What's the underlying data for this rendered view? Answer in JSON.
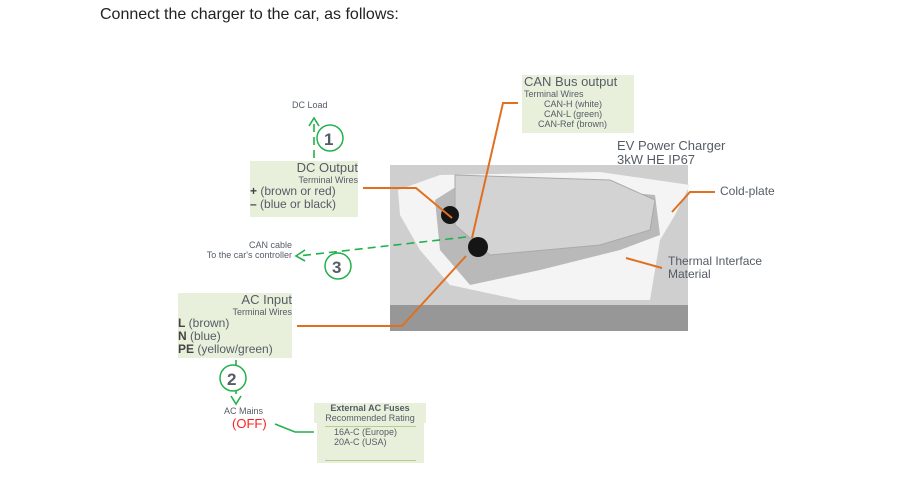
{
  "heading": "Connect the charger to the car, as follows:",
  "dc_load": "DC Load",
  "step1": "1",
  "step2": "2",
  "step3": "3",
  "dc_output": {
    "title": "DC Output",
    "sub": "Terminal Wires",
    "plus_sym": "+",
    "plus": " (brown or red)",
    "minus_sym": "–",
    "minus": " (blue or black)"
  },
  "can_bus": {
    "title": "CAN Bus output",
    "sub": "Terminal Wires",
    "h": "CAN-H (white)",
    "l": "CAN-L (green)",
    "ref": "CAN-Ref (brown)"
  },
  "charger": {
    "line1": "EV Power Charger",
    "line2": "3kW HE IP67"
  },
  "cold_plate": "Cold-plate",
  "tim": {
    "line1": "Thermal Interface",
    "line2": "Material"
  },
  "can_cable": {
    "line1": "CAN cable",
    "line2": "To the car's controller"
  },
  "ac_input": {
    "title": "AC Input",
    "sub": "Terminal Wires",
    "l_sym": "L",
    "l": " (brown)",
    "n_sym": "N",
    "n": " (blue)",
    "pe_sym": "PE",
    "pe": " (yellow/green)"
  },
  "ac_mains": {
    "label": "AC Mains",
    "state": "(OFF)"
  },
  "fuses": {
    "title": "External AC Fuses",
    "sub": "Recommended Rating",
    "europe": "16A-C (Europe)",
    "usa": "20A-C (USA)"
  },
  "colors": {
    "orange": "#e07020",
    "green": "#22b14c",
    "box": "#e8f0dc",
    "off": "#ff2020"
  }
}
